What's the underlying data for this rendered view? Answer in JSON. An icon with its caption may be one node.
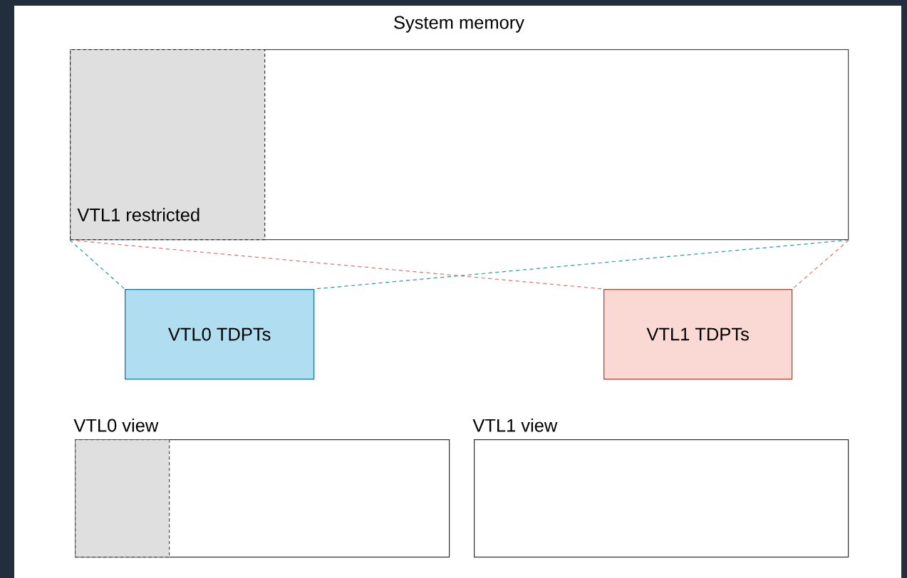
{
  "diagram": {
    "nodes": [
      {
        "text": [
          "System memory"
        ]
      },
      {
        "text": [
          "VTL1 restricted"
        ],
        "in": 0
      },
      {
        "text": [
          "VTL0 TDPTs"
        ]
      },
      {
        "text": [
          "VTL1 TDPTs"
        ]
      },
      {
        "text": [
          "VTL0 view"
        ]
      },
      {
        "text": [],
        "shape": "box",
        "in": 4
      },
      {
        "text": [
          "VTL1 view"
        ]
      }
    ],
    "edges": [
      {
        "from": 0,
        "to": 2,
        "arrow": "none",
        "style": "dashed",
        "color": "#2f9c9c"
      },
      {
        "from": 0,
        "to": 2,
        "arrow": "none",
        "style": "dashed",
        "color": "#2f9c9c"
      },
      {
        "from": 0,
        "to": 3,
        "arrow": "none",
        "style": "dashed",
        "color": "#d67a6c"
      },
      {
        "from": 0,
        "to": 3,
        "arrow": "none",
        "style": "dashed",
        "color": "#d67a6c"
      }
    ]
  }
}
